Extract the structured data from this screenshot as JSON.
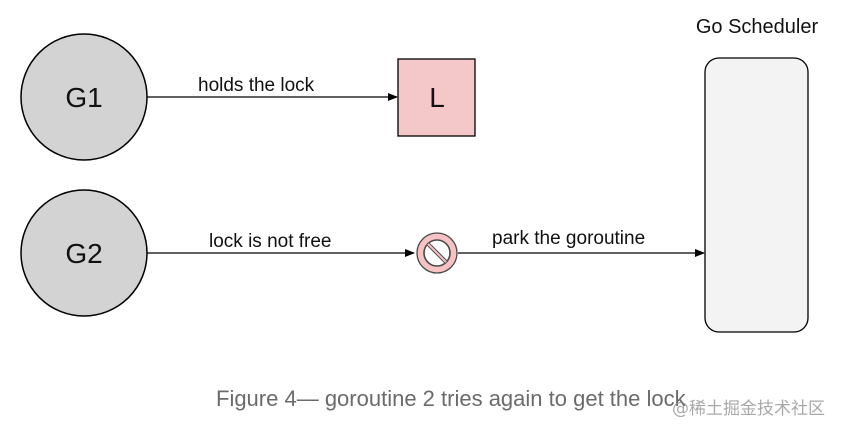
{
  "diagram": {
    "scheduler_title": "Go Scheduler",
    "nodes": {
      "g1": "G1",
      "g2": "G2",
      "lock": "L"
    },
    "edges": {
      "g1_to_lock": "holds the lock",
      "g2_to_blocked": "lock is not free",
      "blocked_to_scheduler": "park the goroutine"
    },
    "icons": {
      "blocked": "no-entry-icon"
    },
    "colors": {
      "goroutine_fill": "#d3d3d3",
      "lock_fill": "#f4c7c9",
      "scheduler_fill": "#f3f3f3",
      "stroke": "#000000"
    }
  },
  "caption": "Figure 4— goroutine 2 tries again to get the lock",
  "watermark": "@稀土掘金技术社区"
}
